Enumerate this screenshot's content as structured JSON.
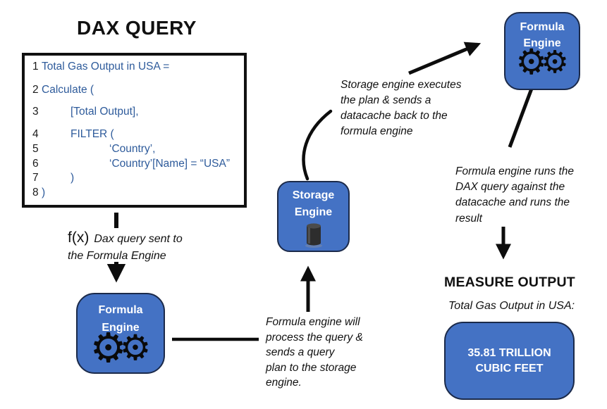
{
  "colors": {
    "accent_blue": "#4472C4",
    "box_border": "#1B2A4A",
    "code_text_blue": "#2E5B9B",
    "ink": "#111111"
  },
  "title": "DAX QUERY",
  "dax_code": {
    "lines": [
      {
        "num": "1",
        "code": "Total Gas Output in USA ="
      },
      {
        "num": "2",
        "code": "Calculate ("
      },
      {
        "num": "3",
        "code": "[Total Output],"
      },
      {
        "num": "4",
        "code": "FILTER ("
      },
      {
        "num": "5",
        "code": "‘Country’,"
      },
      {
        "num": "6",
        "code": "‘Country’[Name] = “USA”"
      },
      {
        "num": "7",
        "code": ")"
      },
      {
        "num": "8",
        "code": ")"
      }
    ]
  },
  "flow": {
    "fx_symbol": "f(x)",
    "dax_sent_note": [
      "Dax query sent to",
      "the Formula Engine"
    ],
    "formula_engine_bottom": {
      "label": [
        "Formula",
        "Engine"
      ]
    },
    "process_note": [
      "Formula engine will",
      "process the query &",
      "sends a query",
      "plan to the storage",
      "engine."
    ],
    "storage_engine": {
      "label": [
        "Storage",
        "Engine"
      ]
    },
    "storage_note": [
      "Storage engine executes",
      "the plan & sends a",
      "datacache back to the",
      "formula engine"
    ],
    "formula_engine_top": {
      "label": [
        "Formula",
        "Engine"
      ]
    },
    "runs_note": [
      "Formula engine runs the",
      "DAX query against the",
      "datacache and runs the",
      "result"
    ]
  },
  "output": {
    "heading": "MEASURE OUTPUT",
    "caption": "Total Gas Output in USA:",
    "value": [
      "35.81 TRILLION",
      "CUBIC FEET"
    ]
  },
  "icons": {
    "gear": "⚙"
  }
}
